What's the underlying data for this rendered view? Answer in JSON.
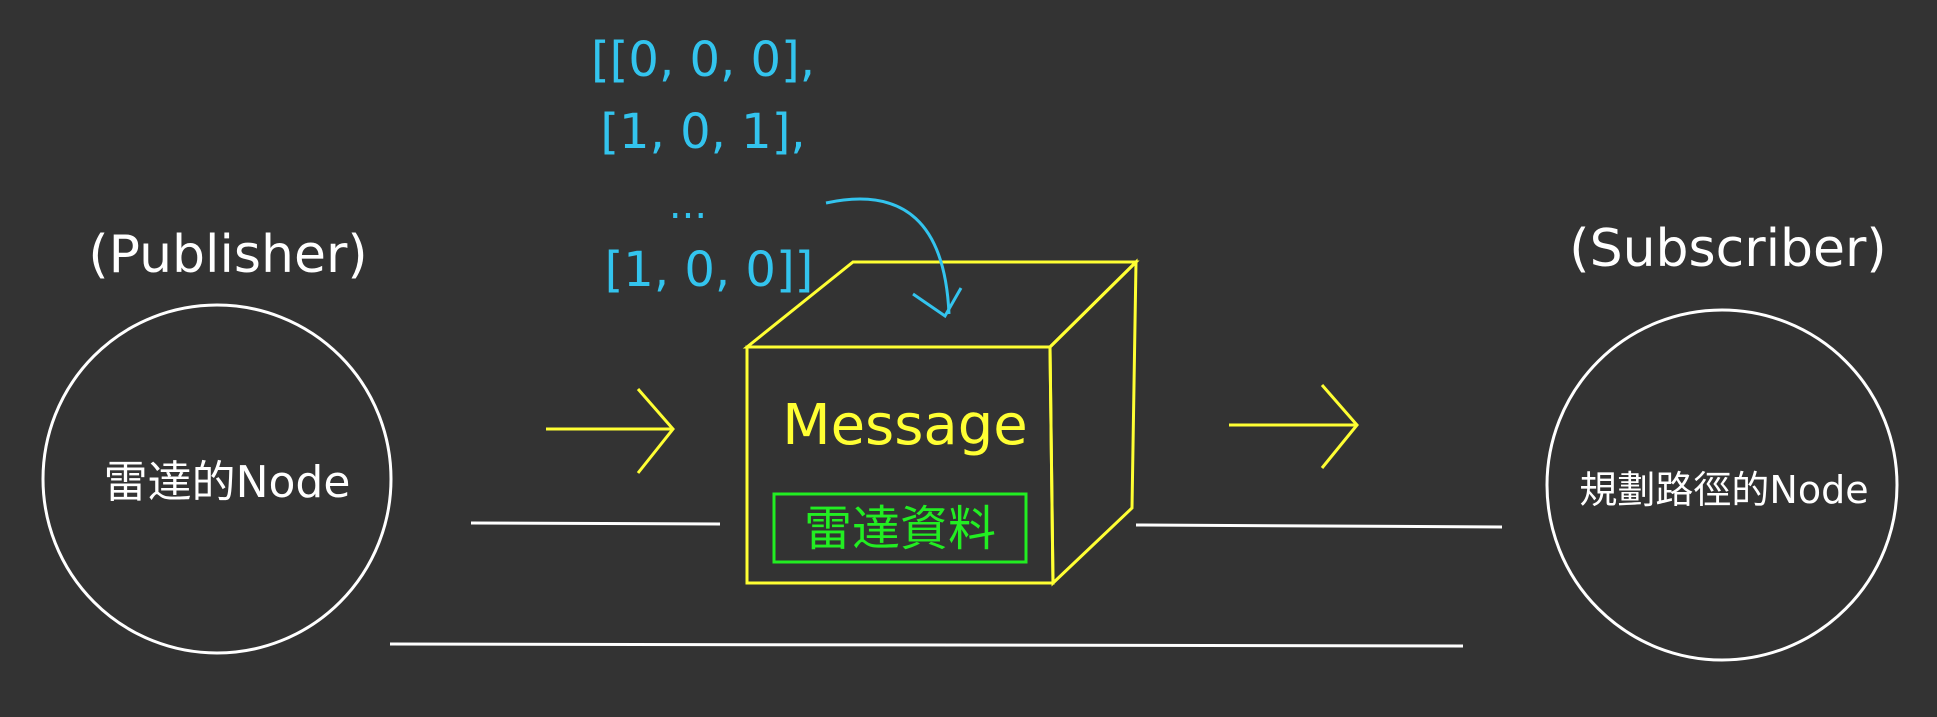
{
  "publisher": {
    "role_label": "(Publisher)",
    "node_label": "雷達的Node"
  },
  "subscriber": {
    "role_label": "(Subscriber)",
    "node_label": "規劃路徑的Node"
  },
  "message": {
    "title": "Message",
    "content_label": "雷達資料"
  },
  "data_matrix": {
    "lines": [
      "[[0, 0, 0],",
      "[1, 0, 1],",
      "...",
      "[1, 0, 0]]"
    ]
  },
  "colors": {
    "background": "#333333",
    "node_stroke": "#ffffff",
    "text": "#ffffff",
    "message_box": "#ffff33",
    "message_content": "#22ee22",
    "matrix_text": "#33c4ee"
  }
}
